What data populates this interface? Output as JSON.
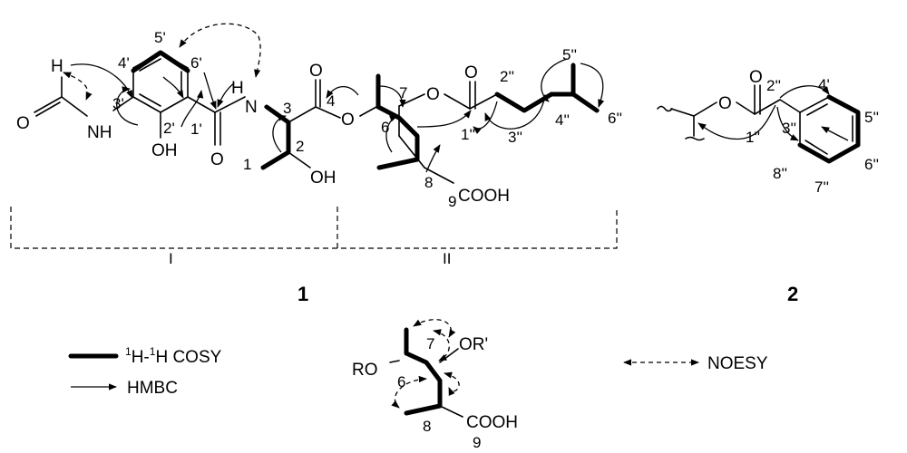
{
  "compounds": {
    "c1": "1",
    "c2": "2"
  },
  "fragments": {
    "I": "I",
    "II": "II"
  },
  "legend": {
    "cosy_label_sup1": "1",
    "cosy_label_mid": "H-",
    "cosy_label_sup2": "1",
    "cosy_label_end": "H COSY",
    "hmbc_label": "HMBC",
    "noesy_label": "NOESY"
  },
  "atoms_1": {
    "H_formyl": "H",
    "O_formyl": "O",
    "NH_formyl": "NH",
    "OH_2p": "OH",
    "O_amide": "O",
    "NH_amide": "H",
    "N_amide": "N",
    "O_ester1": "O",
    "O_ester2": "O",
    "OH_2": "OH",
    "O_ester3": "O",
    "O_carbonyl2": "O",
    "COOH": "COOH"
  },
  "labels_1": {
    "n5p": "5'",
    "n6p": "6'",
    "n4p": "4'",
    "n3p": "3'",
    "n2p": "2'",
    "n1p": "1'",
    "n3": "3",
    "n4": "4",
    "n2": "2",
    "n1": "1",
    "n6": "6",
    "n7": "7",
    "n8": "8",
    "n9": "9",
    "n2pp": "2''",
    "n3pp": "3''",
    "n1pp": "1''",
    "n4pp": "4''",
    "n5pp": "5''",
    "n6pp": "6''"
  },
  "atoms_2": {
    "O_ester": "O",
    "O_carbonyl": "O"
  },
  "labels_2": {
    "n2pp": "2''",
    "n4p": "4'",
    "n5pp": "5''",
    "n3pp": "3''",
    "n1pp": "1''",
    "n6pp": "6''",
    "n8pp": "8''",
    "n7pp": "7''"
  },
  "inset": {
    "RO": "RO",
    "ORp": "OR'",
    "COOH": "COOH",
    "n6": "6",
    "n7": "7",
    "n8": "8",
    "n9": "9"
  }
}
